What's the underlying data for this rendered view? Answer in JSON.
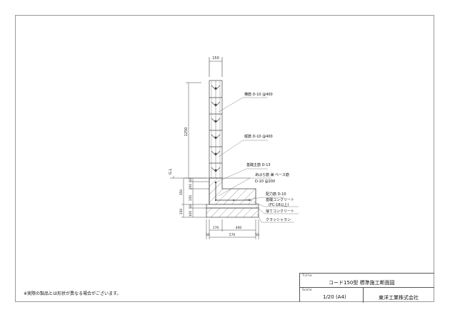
{
  "drawing": {
    "dimensions": {
      "top_width": "150",
      "wall_height": "1250",
      "gl_offset": "50",
      "below_gl_total": "350",
      "segment_200": "200",
      "segment_150": "150",
      "segment_50": "50",
      "base_total": "150",
      "base_100": "100",
      "base_50": "50",
      "bottom_170": "170",
      "bottom_400": "400",
      "bottom_total": "570",
      "edge_left": "50",
      "edge_right": "50"
    },
    "gl_label": "G.L",
    "callouts": [
      {
        "label": "横筋 D-10 @400"
      },
      {
        "label": "縦筋 D-10 @400"
      },
      {
        "label": "基礎主筋 D-13"
      },
      {
        "label": "あばら筋 兼 ベース筋",
        "sub": "D-10 @200"
      },
      {
        "label": "配力筋 D-10"
      },
      {
        "label": "基礎コンクリート",
        "sub": "(FC-18以上)"
      },
      {
        "label": "捨てコンクリート"
      },
      {
        "label": "クラッシャラン"
      }
    ]
  },
  "note": "※実際の製品とは形状が異なる場合がございます。",
  "title_block": {
    "title_label": "Title",
    "title": "コード150型 標準施工断面図",
    "scale_label": "Scale",
    "scale": "1/20 (A4)",
    "company": "東洋工業株式会社"
  },
  "colors": {
    "line": "#333333",
    "frame": "#9a9a9a",
    "hatch": "#777777"
  }
}
